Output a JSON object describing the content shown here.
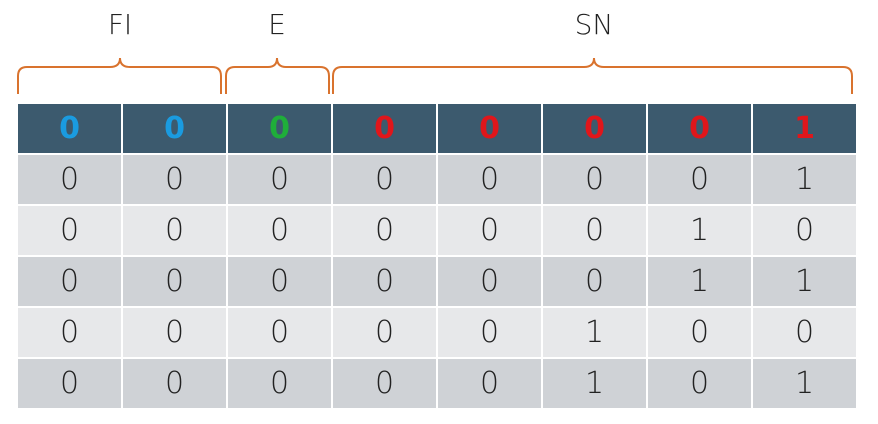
{
  "groups": [
    {
      "label": "FI"
    },
    {
      "label": "E"
    },
    {
      "label": "SN"
    }
  ],
  "colors": {
    "header_bg": "#3c5a6e",
    "fi": "#1a9be0",
    "e": "#1fae3a",
    "sn": "#e0161b",
    "brace": "#d9732e",
    "row_dark": "#cfd2d6",
    "row_light": "#e7e8ea"
  },
  "header": [
    "0",
    "0",
    "0",
    "0",
    "0",
    "0",
    "0",
    "1"
  ],
  "rows": [
    [
      "0",
      "0",
      "0",
      "0",
      "0",
      "0",
      "0",
      "1"
    ],
    [
      "0",
      "0",
      "0",
      "0",
      "0",
      "0",
      "1",
      "0"
    ],
    [
      "0",
      "0",
      "0",
      "0",
      "0",
      "0",
      "1",
      "1"
    ],
    [
      "0",
      "0",
      "0",
      "0",
      "0",
      "1",
      "0",
      "0"
    ],
    [
      "0",
      "0",
      "0",
      "0",
      "0",
      "1",
      "0",
      "1"
    ]
  ]
}
